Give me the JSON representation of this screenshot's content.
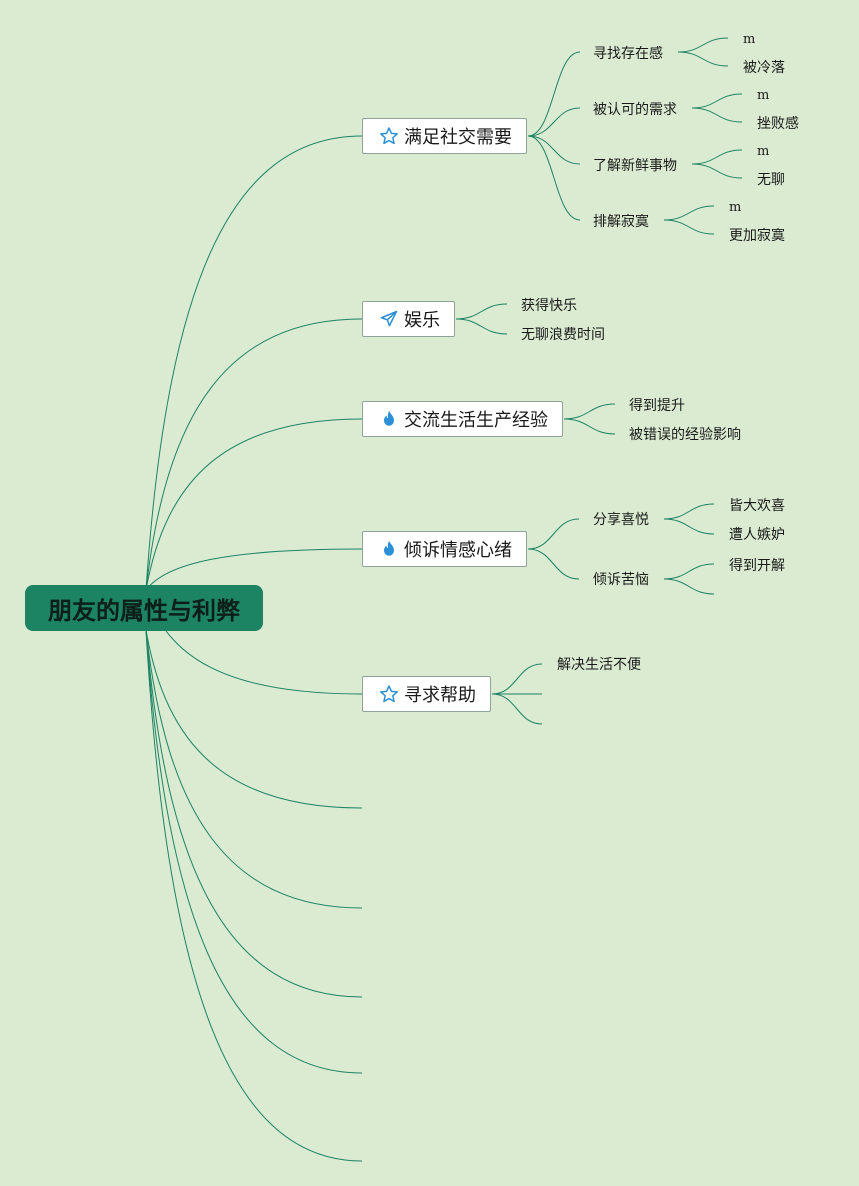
{
  "root": {
    "label": "朋友的属性与利弊"
  },
  "topics": [
    {
      "label": "满足社交需要",
      "icon": "star-icon",
      "children": [
        {
          "label": "寻找存在感",
          "children": [
            "m",
            "被冷落"
          ]
        },
        {
          "label": "被认可的需求",
          "children": [
            "m",
            "挫败感"
          ]
        },
        {
          "label": "了解新鲜事物",
          "children": [
            "m",
            "无聊"
          ]
        },
        {
          "label": "排解寂寞",
          "children": [
            "m",
            "更加寂寞"
          ]
        }
      ]
    },
    {
      "label": "娱乐",
      "icon": "paper-plane-icon",
      "children": [
        {
          "label": "获得快乐"
        },
        {
          "label": "无聊浪费时间"
        }
      ]
    },
    {
      "label": "交流生活生产经验",
      "icon": "fire-icon",
      "children": [
        {
          "label": "得到提升"
        },
        {
          "label": "被错误的经验影响"
        }
      ]
    },
    {
      "label": "倾诉情感心绪",
      "icon": "fire-icon",
      "children": [
        {
          "label": "分享喜悦",
          "children": [
            "皆大欢喜",
            "遭人嫉妒"
          ]
        },
        {
          "label": "倾诉苦恼",
          "children": [
            "得到开解",
            ""
          ]
        }
      ]
    },
    {
      "label": "寻求帮助",
      "icon": "star-icon",
      "children": [
        {
          "label": "解决生活不便"
        },
        {
          "label": ""
        },
        {
          "label": ""
        }
      ]
    }
  ],
  "colors": {
    "background": "#daebd2",
    "root": "#1c8363",
    "line": "#1c8363",
    "icon": "#2b8fd6"
  }
}
